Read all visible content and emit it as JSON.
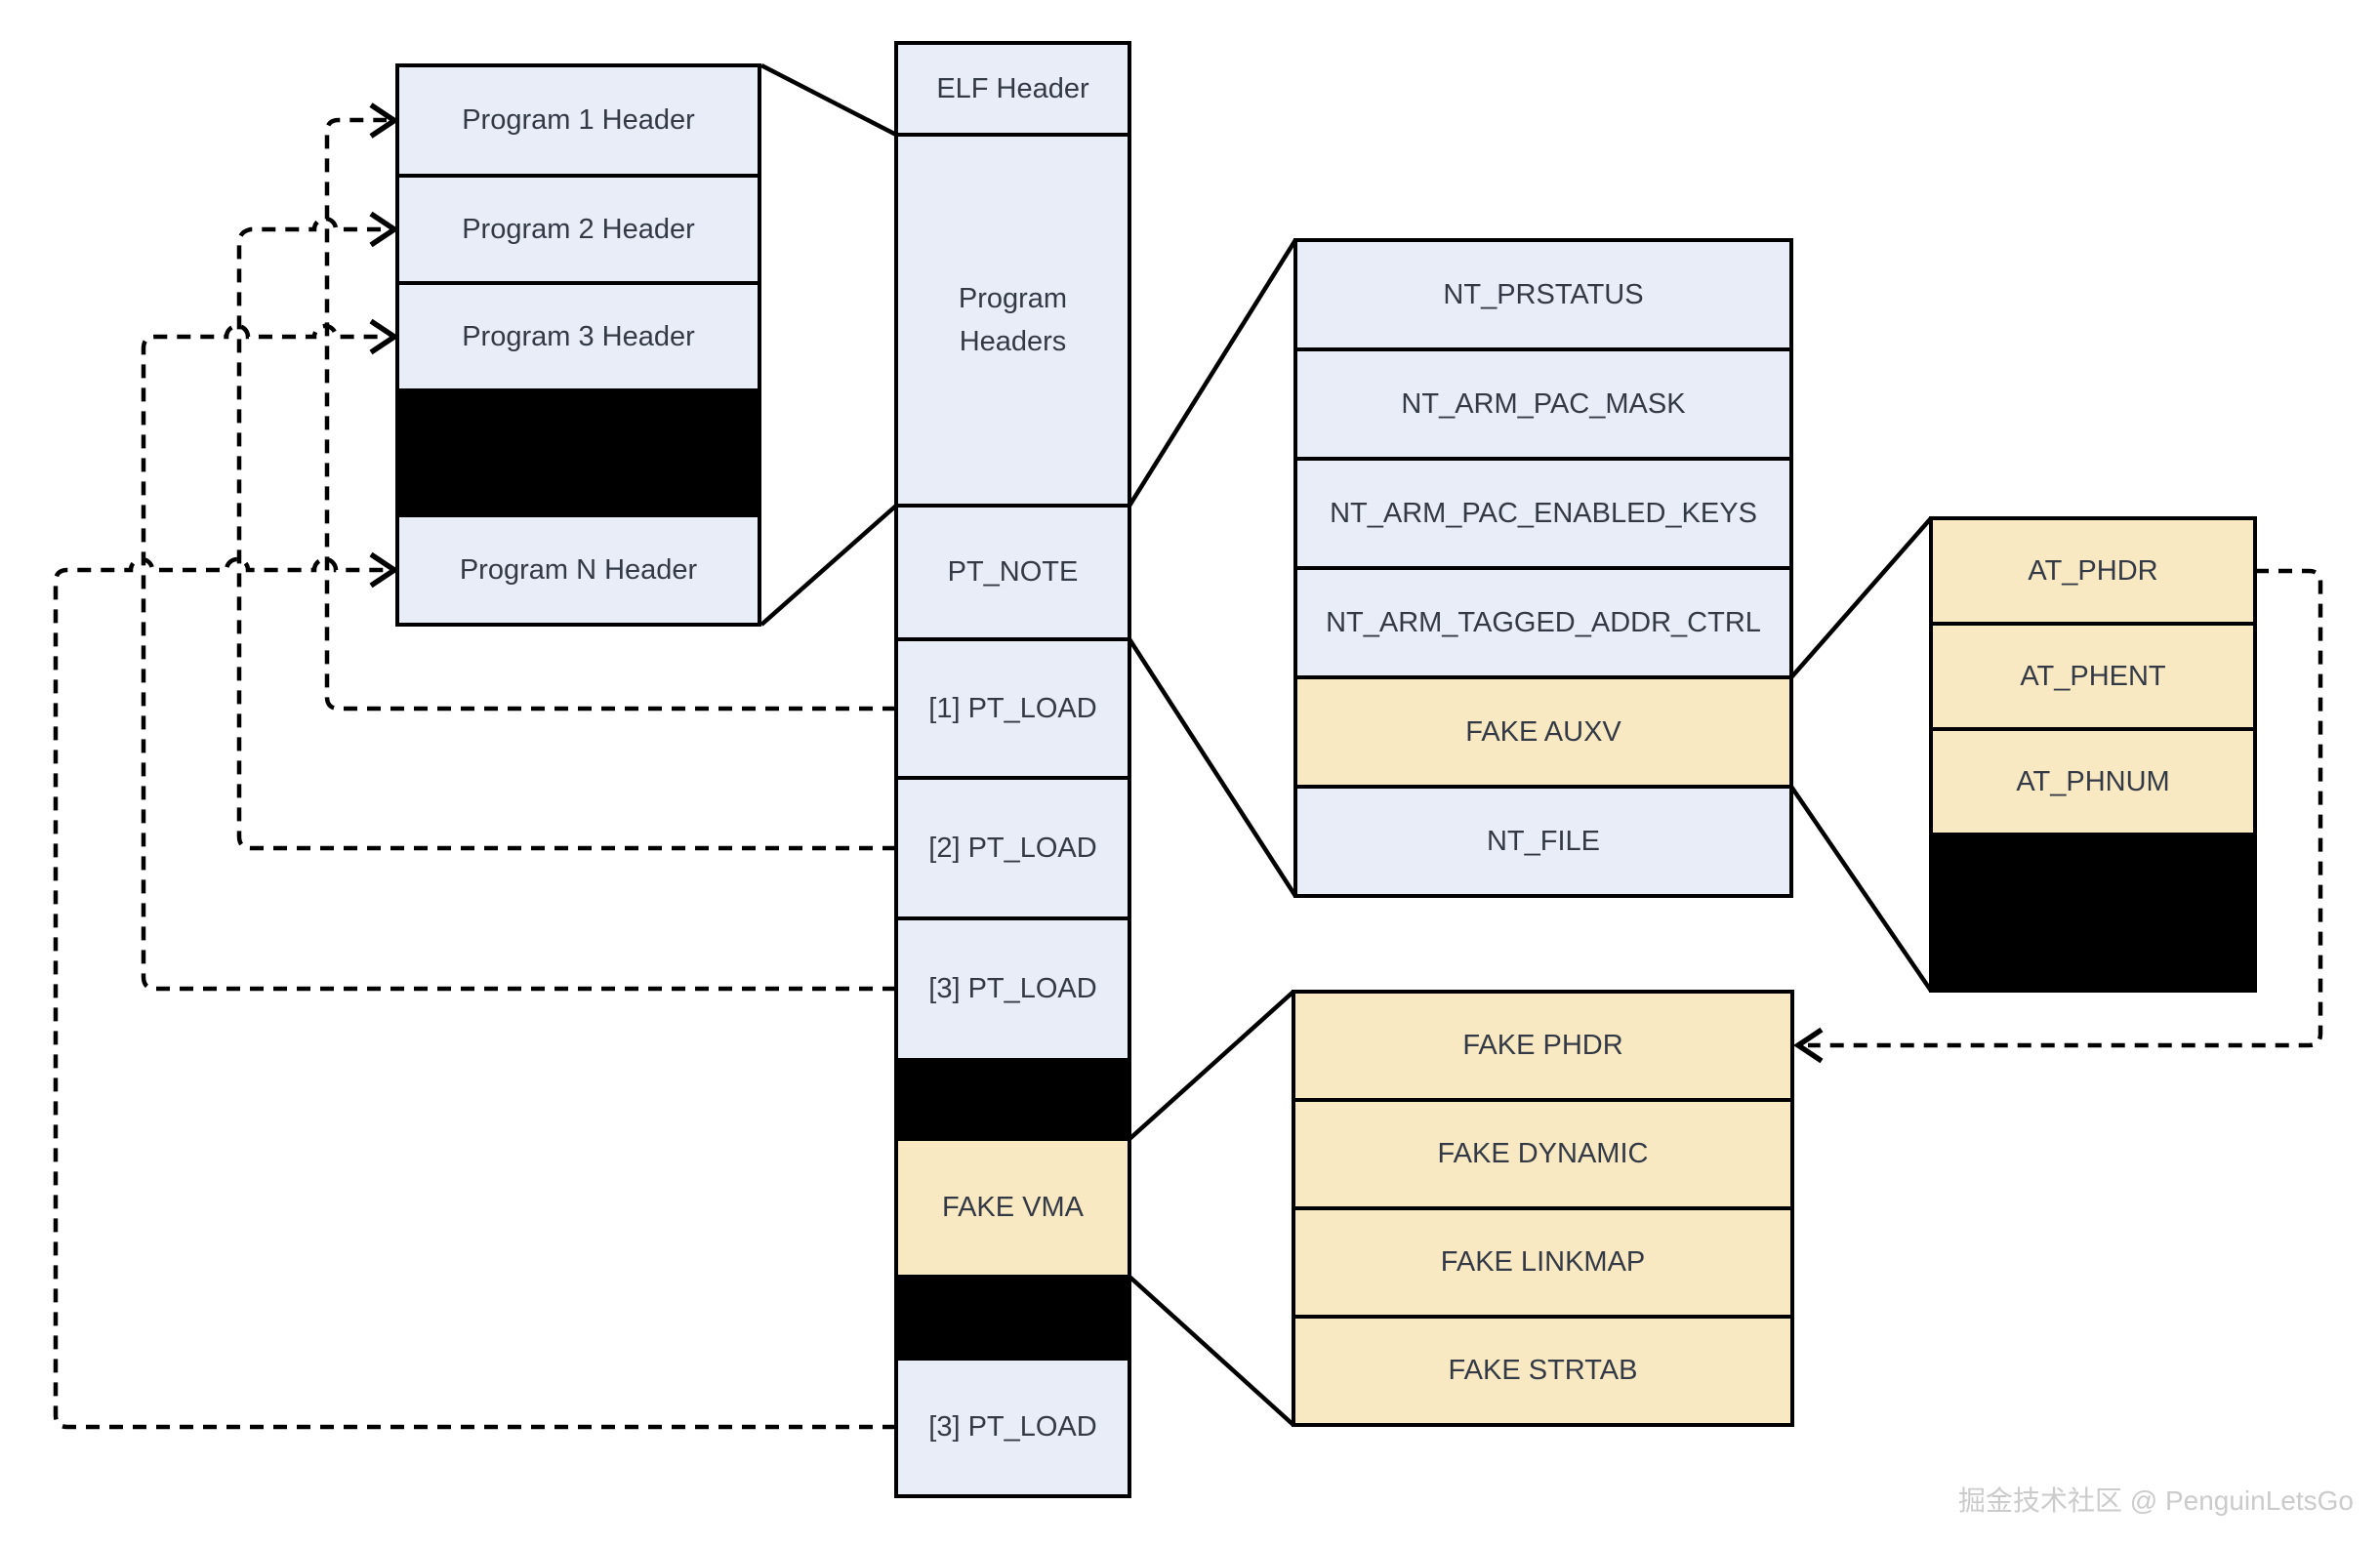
{
  "colors": {
    "background": "#ffffff",
    "box_light": "#e9edf8",
    "box_yellow": "#f8e9c3",
    "box_black": "#000000",
    "border": "#000000",
    "label": "#343a45",
    "connector": "#000000",
    "watermark": "#cbcbcb"
  },
  "left_table": {
    "rows": [
      {
        "label": "Program 1 Header"
      },
      {
        "label": "Program 2 Header"
      },
      {
        "label": "Program 3 Header"
      },
      {
        "filler": true
      },
      {
        "label": "Program N Header"
      }
    ]
  },
  "center_column": {
    "rows": [
      {
        "label": "ELF Header"
      },
      {
        "lines": [
          "Program",
          "Headers"
        ]
      },
      {
        "label": "PT_NOTE"
      },
      {
        "label": "[1] PT_LOAD"
      },
      {
        "label": "[2] PT_LOAD"
      },
      {
        "label": "[3] PT_LOAD"
      },
      {
        "filler": true
      },
      {
        "label": "FAKE VMA"
      },
      {
        "filler": true
      },
      {
        "label": "[3] PT_LOAD"
      }
    ]
  },
  "note_table": {
    "rows": [
      {
        "label": "NT_PRSTATUS"
      },
      {
        "label": "NT_ARM_PAC_MASK"
      },
      {
        "label": "NT_ARM_PAC_ENABLED_KEYS"
      },
      {
        "label": "NT_ARM_TAGGED_ADDR_CTRL"
      },
      {
        "label": "FAKE AUXV"
      },
      {
        "label": "NT_FILE"
      }
    ]
  },
  "auxv_table": {
    "rows": [
      {
        "label": "AT_PHDR"
      },
      {
        "label": "AT_PHENT"
      },
      {
        "label": "AT_PHNUM"
      },
      {
        "filler": true
      }
    ]
  },
  "fake_table": {
    "rows": [
      {
        "label": "FAKE PHDR"
      },
      {
        "label": "FAKE DYNAMIC"
      },
      {
        "label": "FAKE LINKMAP"
      },
      {
        "label": "FAKE STRTAB"
      }
    ]
  },
  "watermark": {
    "text": "掘金技术社区 @ PenguinLetsGo"
  }
}
